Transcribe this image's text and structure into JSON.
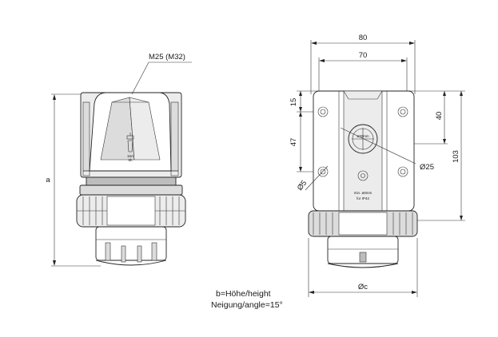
{
  "side_view": {
    "cable_entry_label": "M25 (M32)",
    "height_label": "a",
    "body_text_line1": "16A",
    "body_text_line2": "6h"
  },
  "front_view": {
    "width_outer": "80",
    "width_inner": "70",
    "top_offset": "15",
    "hole_spacing": "47",
    "upper_height": "40",
    "total_height": "103",
    "gland_diameter": "Ø25",
    "hole_diameter": "Ø5",
    "seal_label": "ø30mm",
    "ip_line1": "min. ø8mm",
    "ip_line2": "for IP44",
    "diameter_label": "Øc"
  },
  "notes": {
    "height_note": "b=Höhe/height",
    "angle_note": "Neigung/angle=15°"
  }
}
